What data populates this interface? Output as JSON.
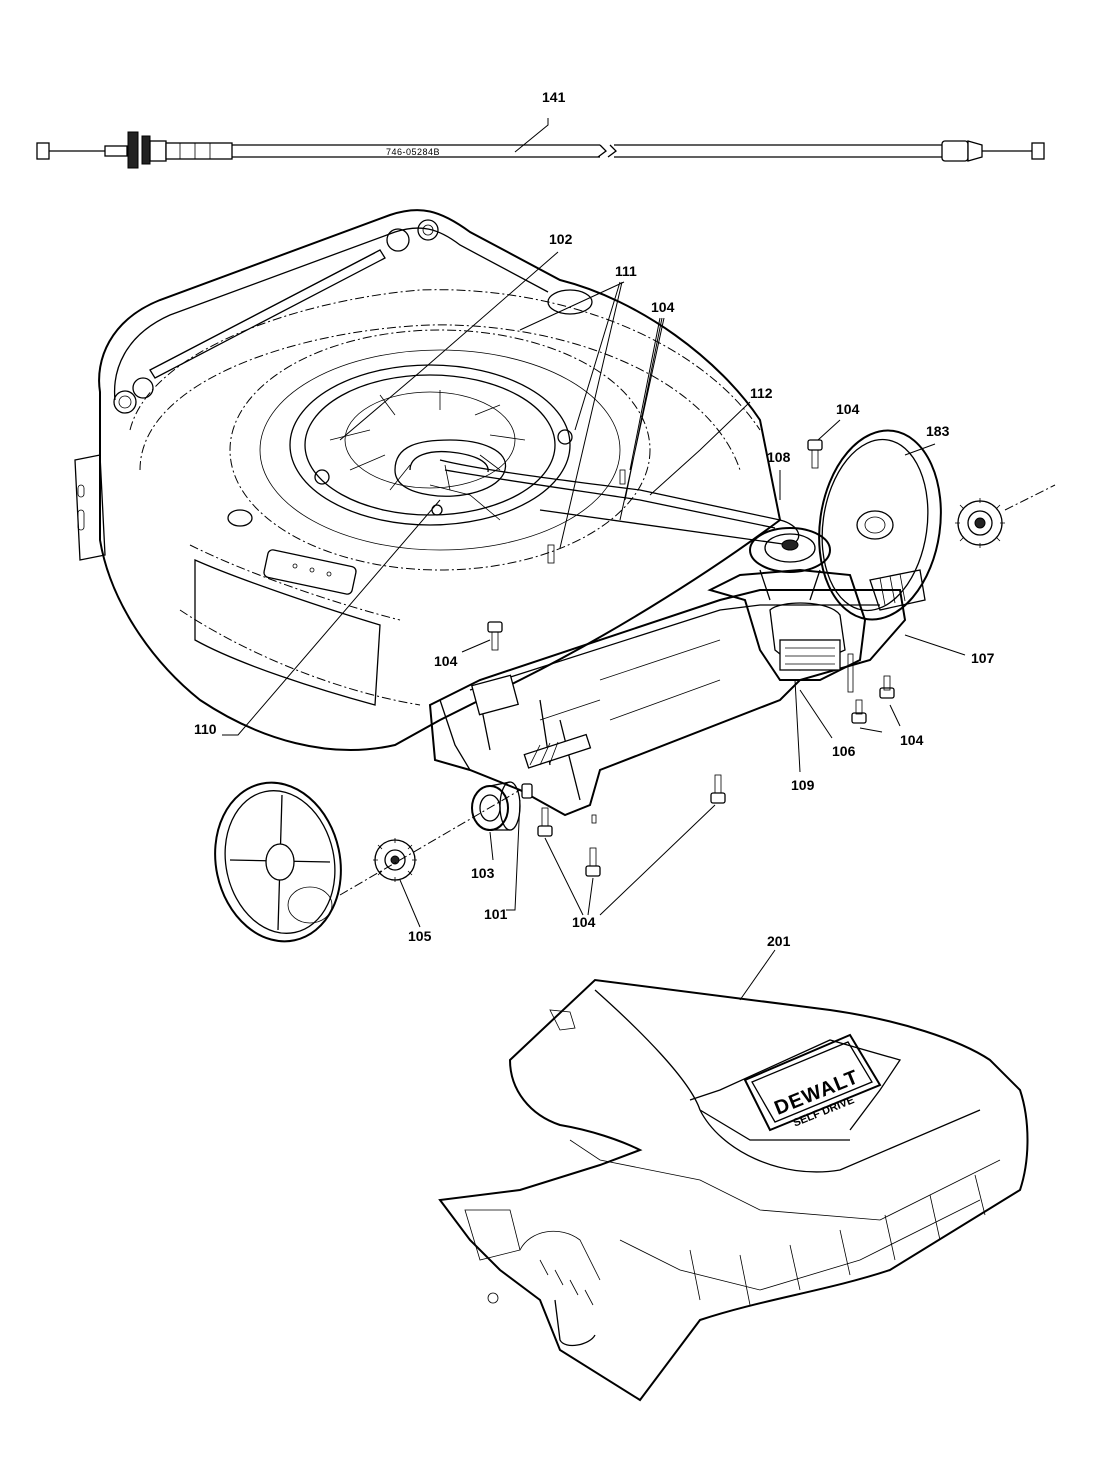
{
  "cable_stamp": "746-05284B",
  "brand": {
    "name": "DEWALT",
    "sub": "SELF DRIVE"
  },
  "callouts": [
    {
      "id": "141",
      "label": "141"
    },
    {
      "id": "102",
      "label": "102"
    },
    {
      "id": "111",
      "label": "111"
    },
    {
      "id": "104a",
      "label": "104"
    },
    {
      "id": "112",
      "label": "112"
    },
    {
      "id": "104b",
      "label": "104"
    },
    {
      "id": "183",
      "label": "183"
    },
    {
      "id": "108",
      "label": "108"
    },
    {
      "id": "104c",
      "label": "104"
    },
    {
      "id": "107",
      "label": "107"
    },
    {
      "id": "110",
      "label": "110"
    },
    {
      "id": "106",
      "label": "106"
    },
    {
      "id": "104d",
      "label": "104"
    },
    {
      "id": "109",
      "label": "109"
    },
    {
      "id": "103",
      "label": "103"
    },
    {
      "id": "101",
      "label": "101"
    },
    {
      "id": "104e",
      "label": "104"
    },
    {
      "id": "105",
      "label": "105"
    },
    {
      "id": "201",
      "label": "201"
    }
  ]
}
